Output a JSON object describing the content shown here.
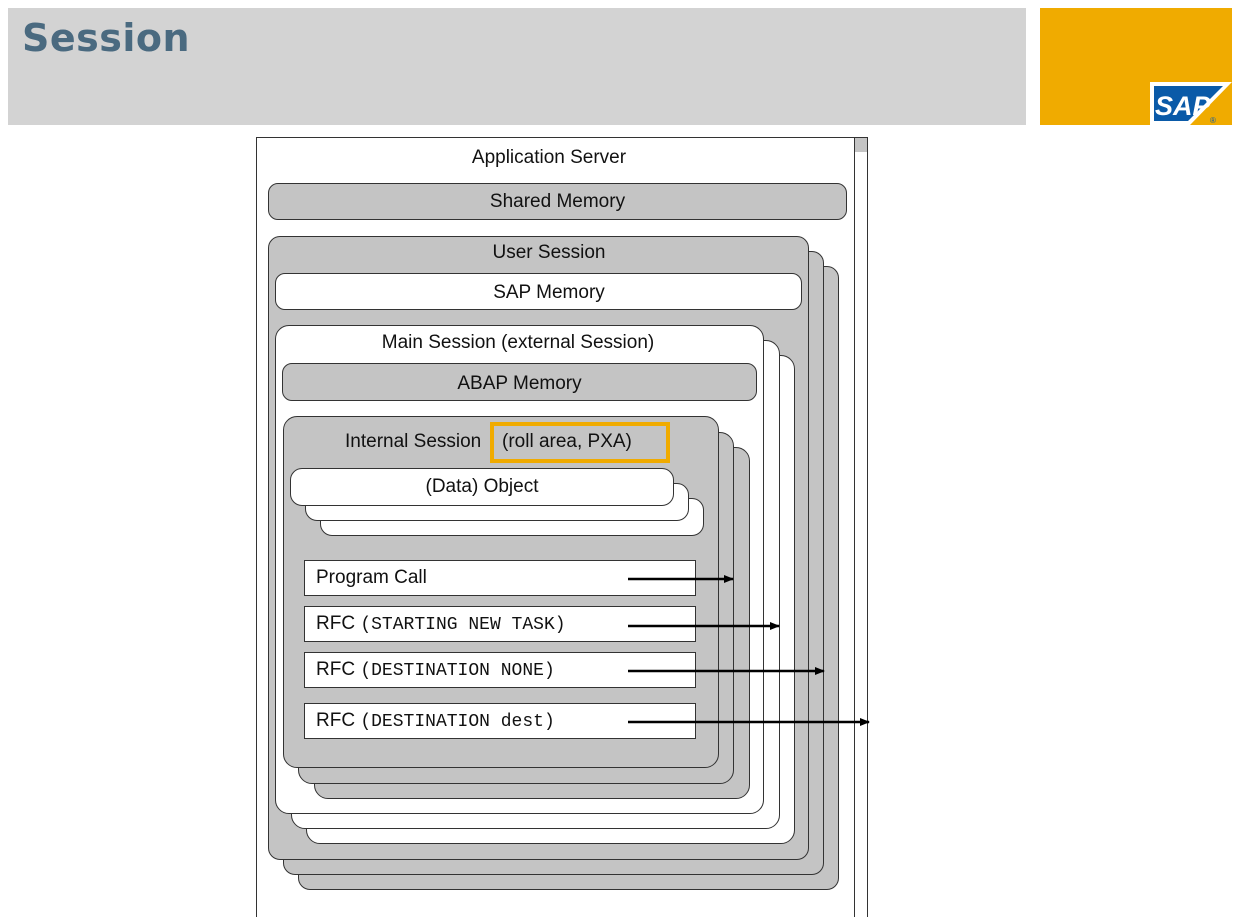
{
  "header": {
    "title": "Session",
    "logo_text": "SAP",
    "brand_color": "#f0ab00",
    "title_color": "#4a6a80",
    "bar_color": "#d3d3d3"
  },
  "diagram": {
    "application_server": "Application Server",
    "shared_memory": "Shared Memory",
    "user_session": "User Session",
    "sap_memory": "SAP Memory",
    "main_session": "Main Session (external Session)",
    "abap_memory": "ABAP Memory",
    "internal_session": "Internal Session",
    "roll_area": "(roll area, PXA)",
    "data_object": "(Data) Object",
    "calls": [
      {
        "prefix": "Program Call",
        "mono": ""
      },
      {
        "prefix": "RFC ",
        "mono": "(STARTING NEW TASK)"
      },
      {
        "prefix": "RFC ",
        "mono": "(DESTINATION NONE)"
      },
      {
        "prefix": "RFC ",
        "mono": "(DESTINATION dest)"
      }
    ]
  }
}
